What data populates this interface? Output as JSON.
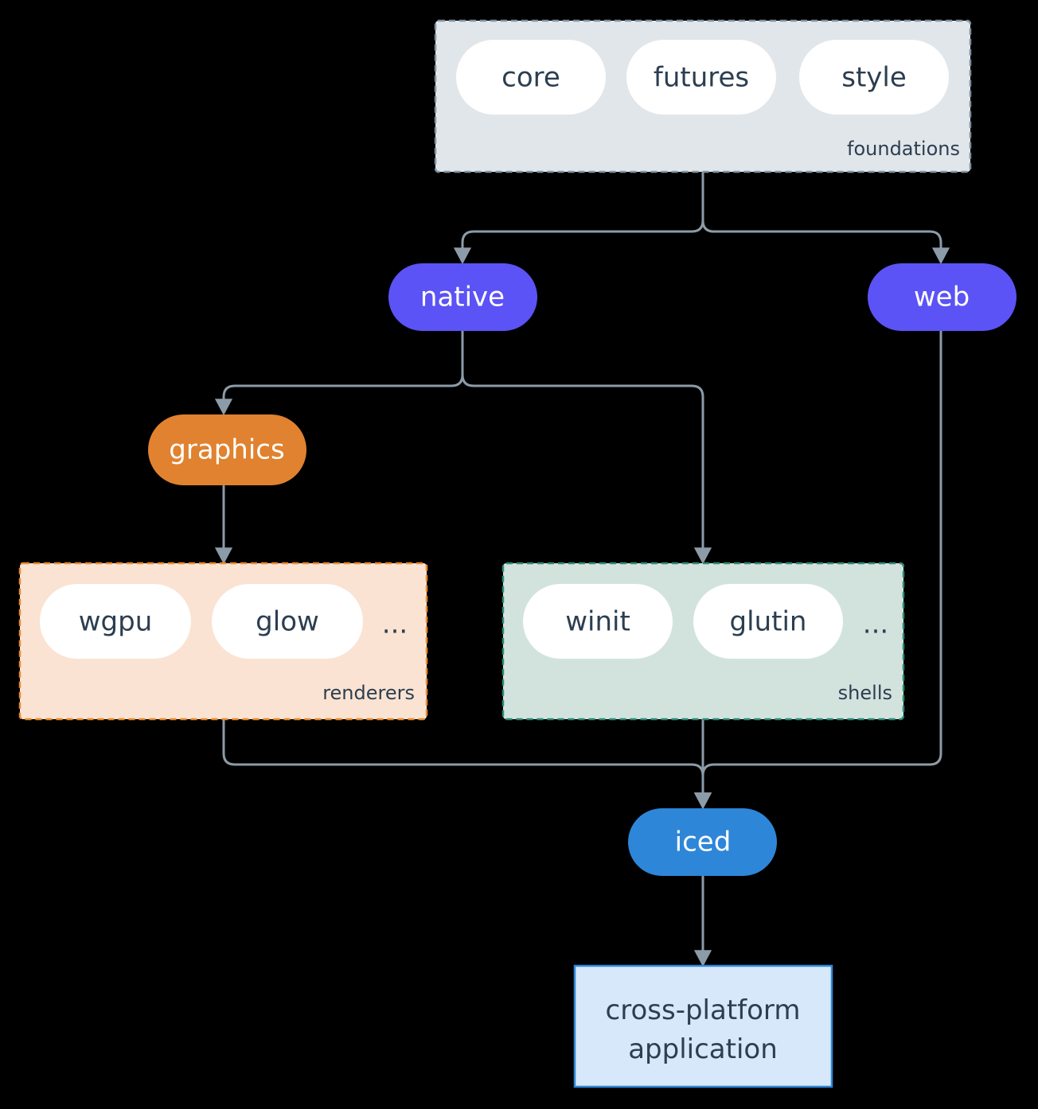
{
  "diagram": {
    "type": "architecture-flowchart",
    "background_color": "#000000",
    "edge_color": "#8C9BA8",
    "clusters": [
      {
        "id": "foundations",
        "label": "foundations",
        "fill": "#E1E6EA",
        "border_color": "#7F92A3",
        "border_style": "dashed",
        "chips": [
          "core",
          "futures",
          "style"
        ],
        "has_ellipsis": false
      },
      {
        "id": "renderers",
        "label": "renderers",
        "fill": "#FAE3D2",
        "border_color": "#E98B2E",
        "border_style": "dashed",
        "chips": [
          "wgpu",
          "glow"
        ],
        "has_ellipsis": true,
        "ellipsis": "..."
      },
      {
        "id": "shells",
        "label": "shells",
        "fill": "#D2E3DE",
        "border_color": "#2E8B75",
        "border_style": "dashed",
        "chips": [
          "winit",
          "glutin"
        ],
        "has_ellipsis": true,
        "ellipsis": "..."
      }
    ],
    "nodes": [
      {
        "id": "native",
        "label": "native",
        "shape": "pill",
        "fill": "#5B53F5",
        "text_color": "#ffffff"
      },
      {
        "id": "web",
        "label": "web",
        "shape": "pill",
        "fill": "#5B53F5",
        "text_color": "#ffffff"
      },
      {
        "id": "graphics",
        "label": "graphics",
        "shape": "pill",
        "fill": "#E0822F",
        "text_color": "#ffffff"
      },
      {
        "id": "iced",
        "label": "iced",
        "shape": "pill",
        "fill": "#2E86D8",
        "text_color": "#ffffff"
      },
      {
        "id": "application",
        "label_line1": "cross-platform",
        "label_line2": "application",
        "shape": "rect",
        "fill": "#D6E8F9",
        "border_color": "#2E86D8",
        "text_color": "#2C3E50"
      }
    ],
    "edges": [
      {
        "from": "foundations",
        "to": "native"
      },
      {
        "from": "foundations",
        "to": "web"
      },
      {
        "from": "native",
        "to": "graphics"
      },
      {
        "from": "native",
        "to": "shells"
      },
      {
        "from": "graphics",
        "to": "renderers"
      },
      {
        "from": "renderers",
        "to": "iced"
      },
      {
        "from": "shells",
        "to": "iced"
      },
      {
        "from": "web",
        "to": "iced"
      },
      {
        "from": "iced",
        "to": "application"
      }
    ]
  }
}
